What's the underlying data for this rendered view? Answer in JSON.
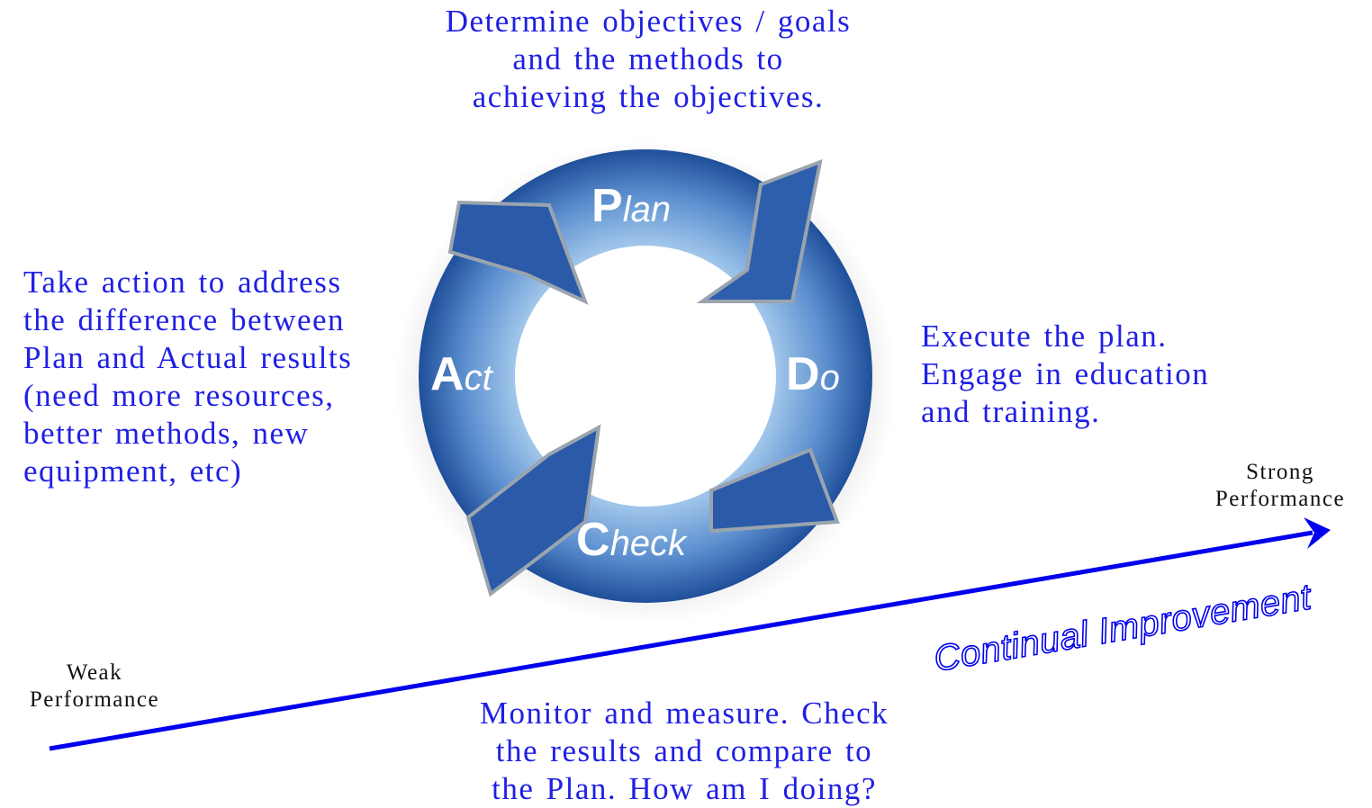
{
  "descriptions": {
    "plan": [
      "Determine objectives / goals",
      "and the methods to",
      "achieving the objectives."
    ],
    "act": [
      "Take action to address",
      "the difference between",
      "Plan and Actual results",
      "(need more resources,",
      "better methods, new",
      "equipment, etc)"
    ],
    "do": [
      "Execute the plan.",
      "Engage in education",
      "and training."
    ],
    "check": [
      "Monitor and measure. Check",
      "the results and compare to",
      "the Plan. How am I doing?"
    ]
  },
  "cycle": {
    "plan": {
      "initial": "P",
      "rest": "lan"
    },
    "do": {
      "initial": "D",
      "rest": "o"
    },
    "check": {
      "initial": "C",
      "rest": "heck"
    },
    "act": {
      "initial": "A",
      "rest": "ct"
    }
  },
  "performance": {
    "weak": [
      "Weak",
      "Performance"
    ],
    "strong": [
      "Strong",
      "Performance"
    ]
  },
  "improvement_label": "Continual Improvement",
  "colors": {
    "text_blue": "#1f1fe6",
    "arrow_blue": "#0000ee",
    "cycle_dark": "#1f4f9a",
    "cycle_light": "#a9cdee"
  }
}
